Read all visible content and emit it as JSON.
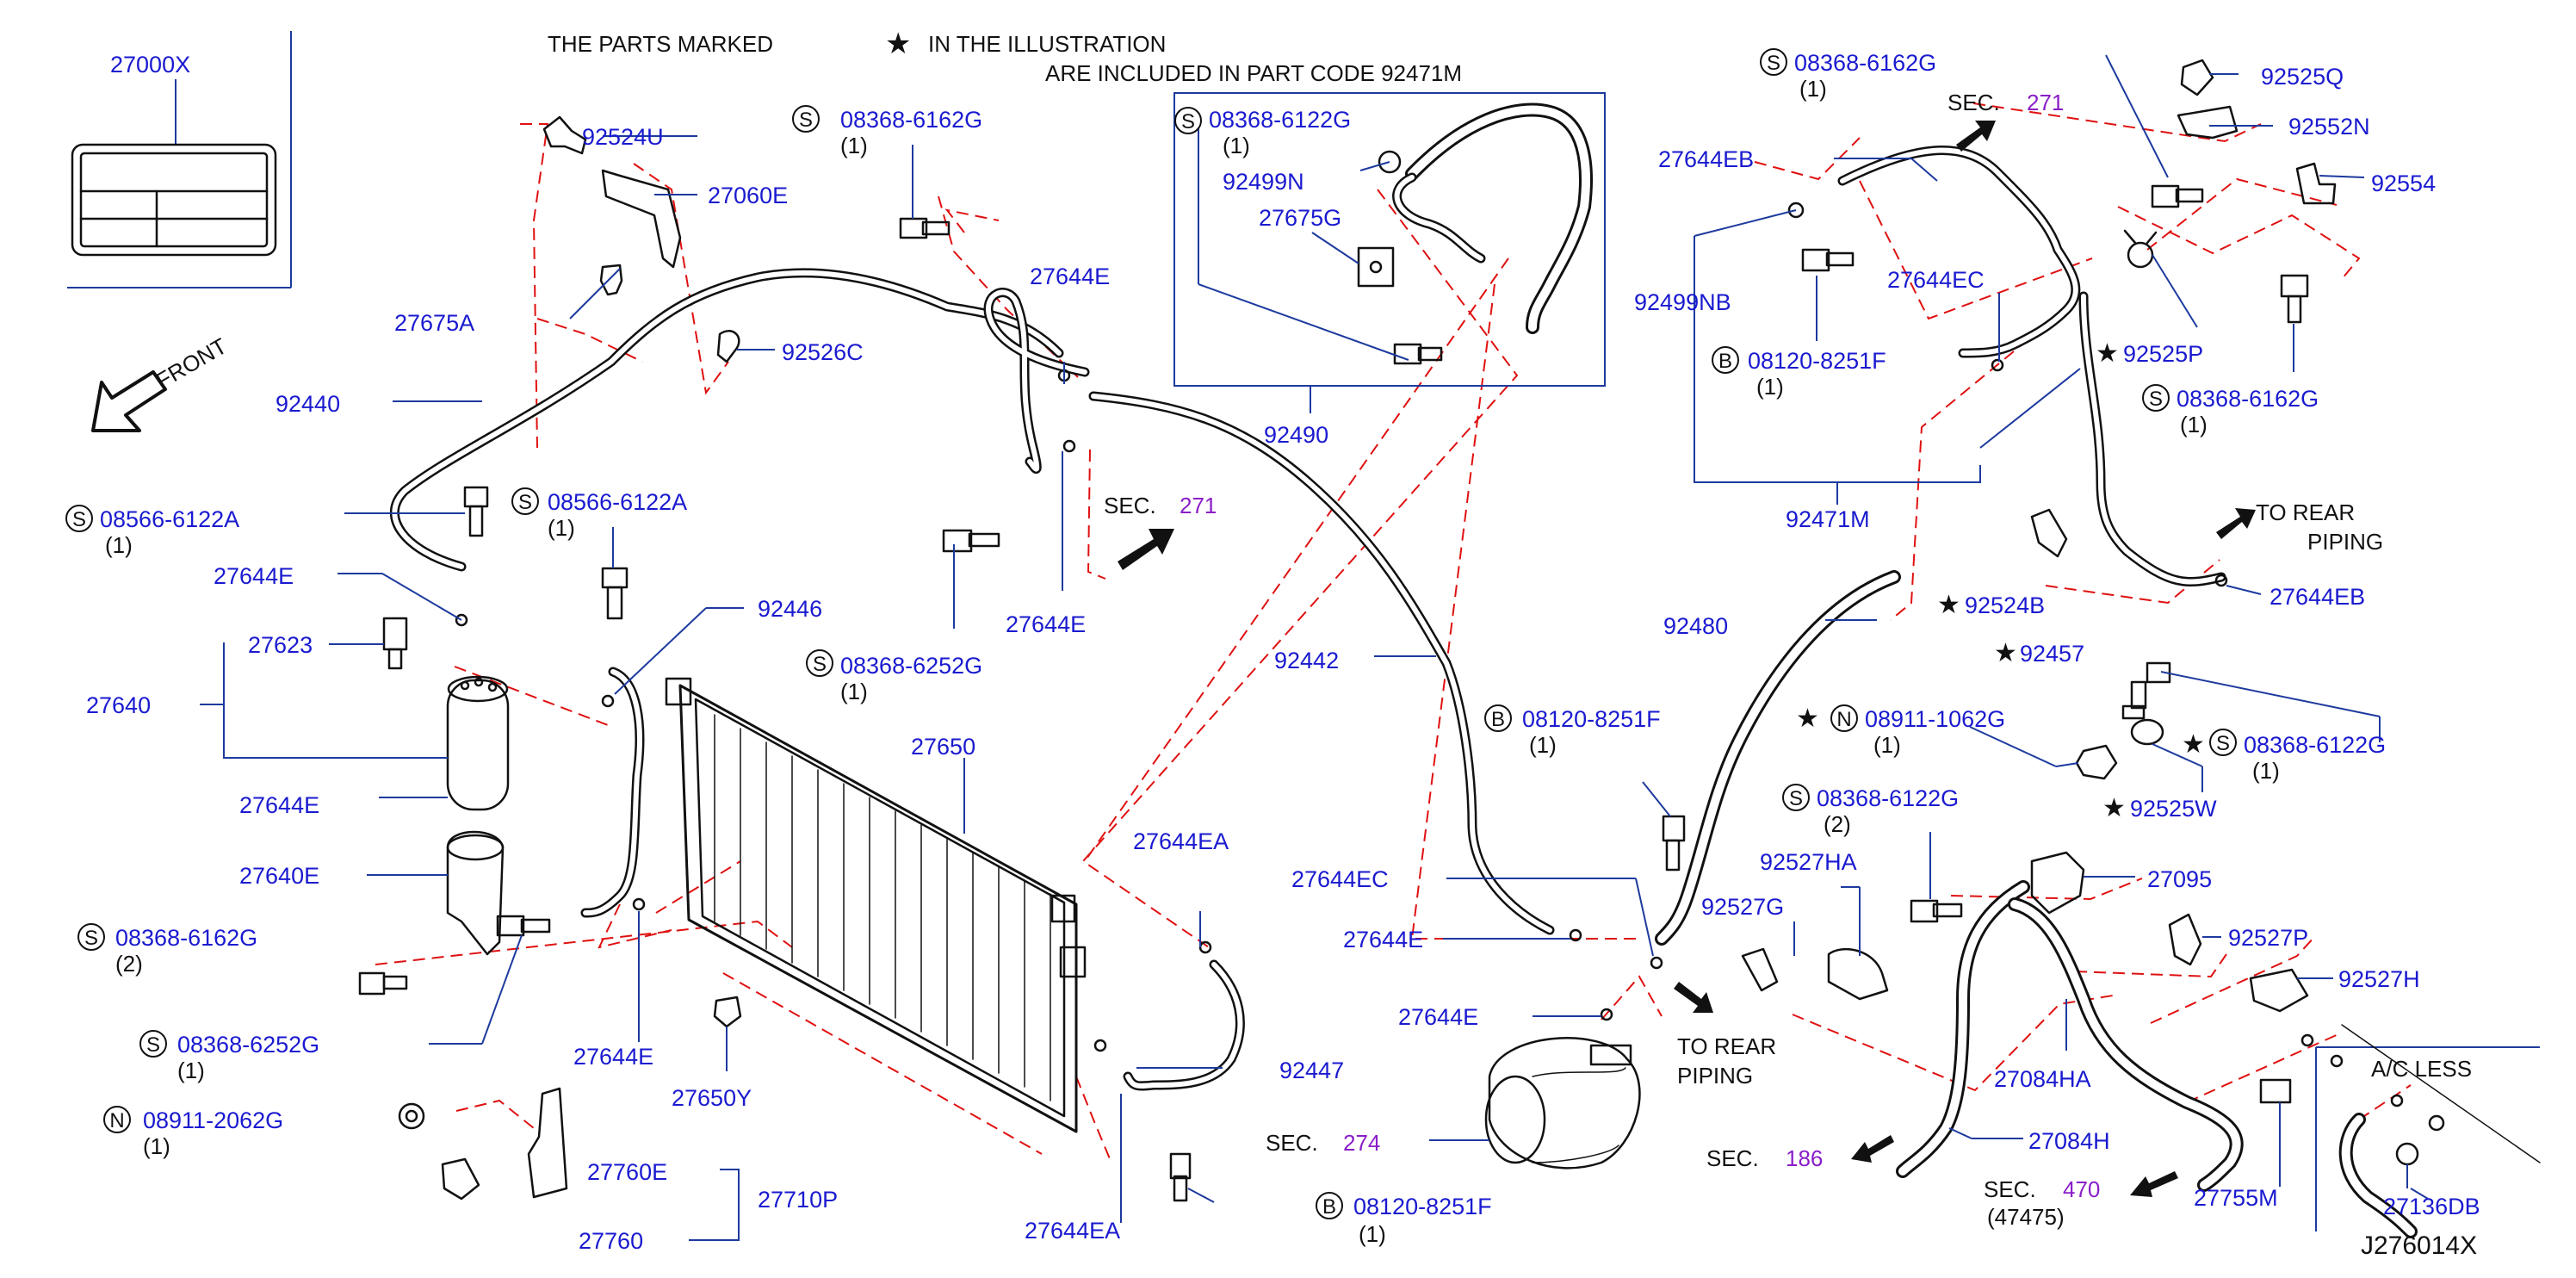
{
  "note": {
    "line1a": "THE PARTS MARKED",
    "line1b": "IN THE ILLUSTRATION",
    "line2": "ARE INCLUDED IN PART CODE 92471M"
  },
  "front_label": "FRONT",
  "diagram_code": "J276014X",
  "prefix_letters": {
    "s": "S",
    "b": "B",
    "n": "N"
  },
  "star_glyph": "★",
  "labels": {
    "p27000X": "27000X",
    "p92524U": "92524U",
    "p27060E": "27060E",
    "p27675A": "27675A",
    "p92526C": "92526C",
    "p92440": "92440",
    "s_08566_a": "08566-6122A",
    "s_08566_b": "08566-6122A",
    "p27644E_1": "27644E",
    "p27623": "27623",
    "p27640": "27640",
    "p27644E_2": "27644E",
    "p92446": "92446",
    "p27640E": "27640E",
    "s_08368_6162G_left": "08368-6162G",
    "s_08368_6252G_left": "08368-6252G",
    "n_08911_2062G": "08911-2062G",
    "p27760E": "27760E",
    "p27710P": "27710P",
    "p27760": "27760",
    "p27644E_3": "27644E",
    "p27650Y": "27650Y",
    "p27650": "27650",
    "s_08368_6162G_top": "08368-6162G",
    "s_08368_6252G_mid": "08368-6252G",
    "p27644E_4": "27644E",
    "p27644E_5": "27644E",
    "sec_271_mid": "SEC.",
    "sec_271_mid_num": "271",
    "s_08368_6122G_box": "08368-6122G",
    "p92499N": "92499N",
    "p27675G": "27675G",
    "p92490": "92490",
    "p92442": "92442",
    "p27644EA_1": "27644EA",
    "p92447": "92447",
    "p27644EA_2": "27644EA",
    "b_08120_8251F_bottom": "08120-8251F",
    "sec_274": "SEC.",
    "sec_274_num": "274",
    "b_08120_8251F_mid": "08120-8251F",
    "p27644EC_1": "27644EC",
    "p27644E_6": "27644E",
    "p27644E_7": "27644E",
    "to_rear_1a": "TO  REAR",
    "to_rear_1b": "PIPING",
    "s_08368_6162G_tr": "08368-6162G",
    "p27644EB_1": "27644EB",
    "sec_271_tr": "SEC.",
    "sec_271_tr_num": "271",
    "p92525Q": "92525Q",
    "p92552N": "92552N",
    "p92554": "92554",
    "p92499NB": "92499NB",
    "p27644EC_2": "27644EC",
    "b_08120_8251F_tr": "08120-8251F",
    "p92525P": "92525P",
    "s_08368_6162G_r": "08368-6162G",
    "p92471M": "92471M",
    "to_rear_2a": "TO  REAR",
    "to_rear_2b": "PIPING",
    "p27644EB_2": "27644EB",
    "p92524B": "92524B",
    "p92480": "92480",
    "p92457": "92457",
    "n_08911_1062G": "08911-1062G",
    "s_08368_6122G_r": "08368-6122G",
    "p92525W": "92525W",
    "s_08368_6122G_mid": "08368-6122G",
    "p92527HA": "92527HA",
    "p27095": "27095",
    "p92527G": "92527G",
    "p92527P": "92527P",
    "p92527H": "92527H",
    "p27084HA": "27084HA",
    "p27084H": "27084H",
    "sec_186": "SEC.",
    "sec_186_num": "186",
    "sec_470": "SEC.",
    "sec_470_num": "470",
    "sec_470_sub": "(47475)",
    "p27755M": "27755M",
    "ac_less": "A/C   LESS",
    "p27136DB": "27136DB"
  },
  "qty": {
    "q1": "(1)",
    "q2": "(2)"
  },
  "colors": {
    "label_blue": "#1a1ad0",
    "section_purple": "#8a1ec8",
    "dashed_red": "#e01010",
    "leader_blue": "#1d3a9e"
  }
}
